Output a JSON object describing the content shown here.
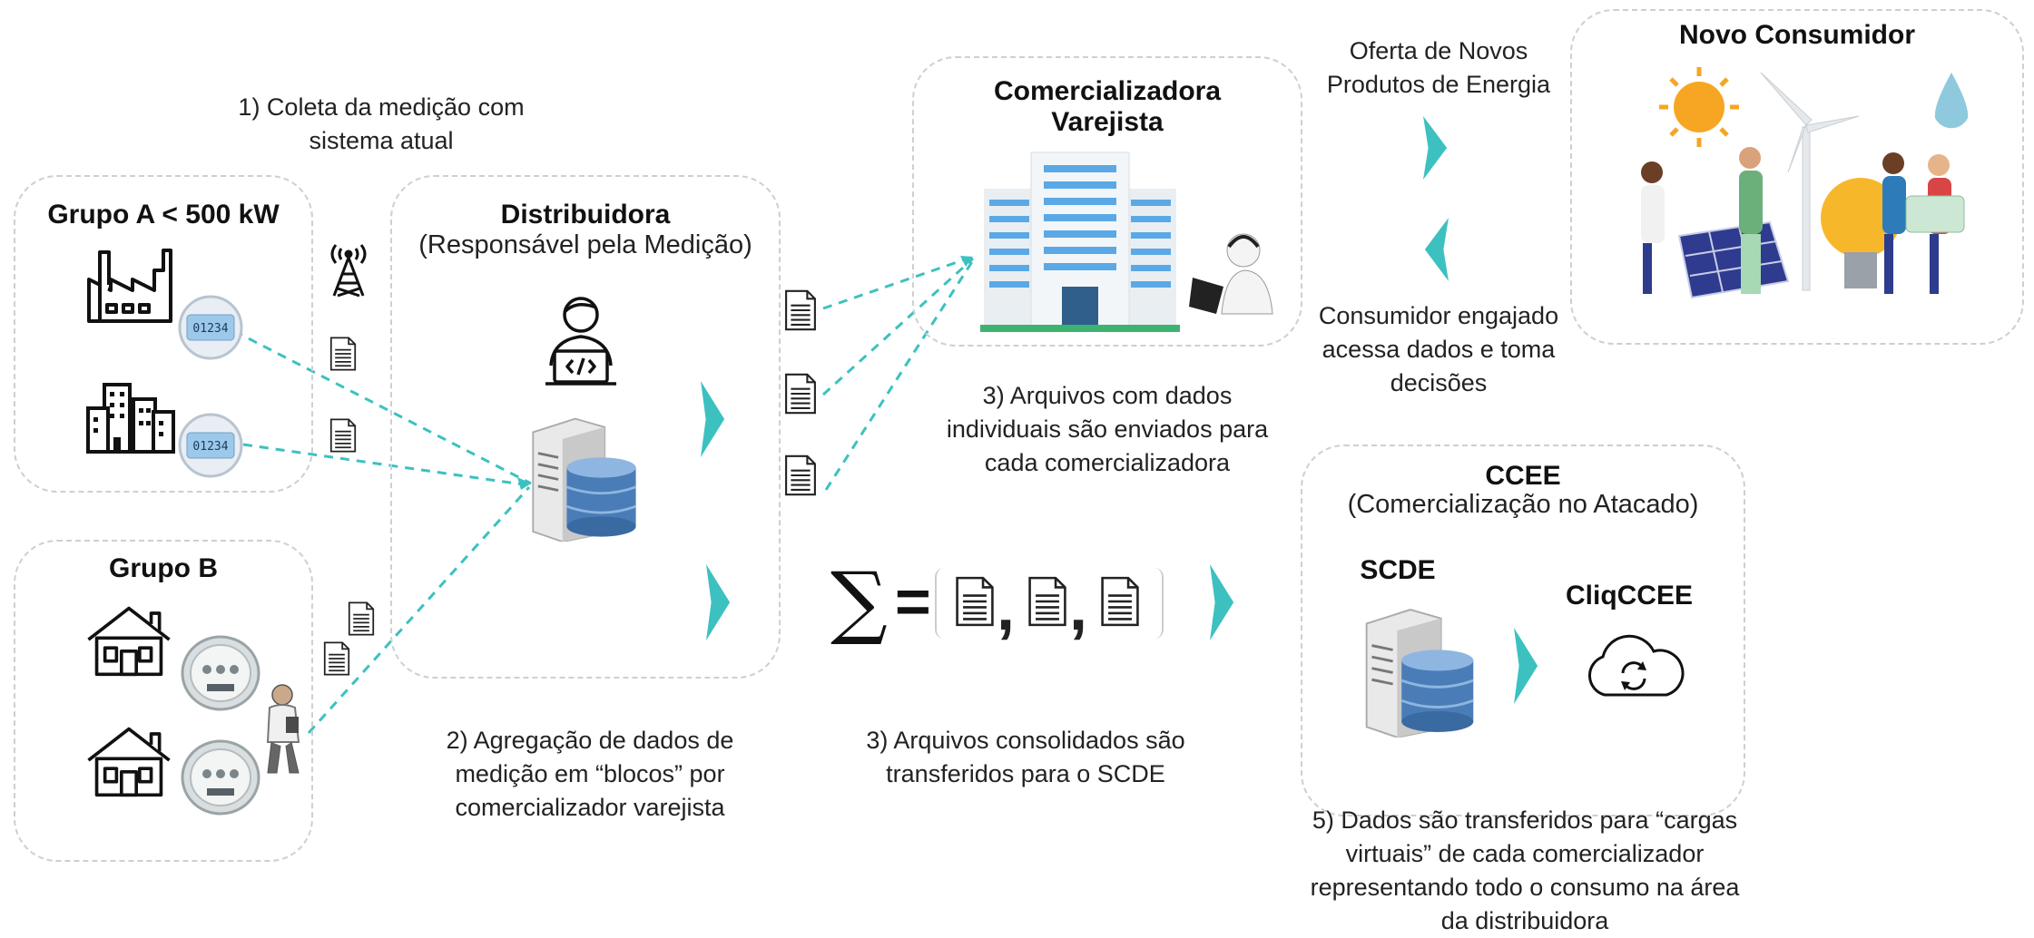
{
  "caption_coleta": {
    "line1": "1) Coleta da medição com",
    "line2": "sistema atual"
  },
  "grupo_a": {
    "title": "Grupo A < 500 kW",
    "meter_reading": "01234"
  },
  "grupo_b": {
    "title": "Grupo B"
  },
  "distribuidora": {
    "title": "Distribuidora",
    "subtitle": "(Responsável pela Medição)"
  },
  "caption_agregacao": {
    "line1": "2) Agregação de dados de",
    "line2": "medição em “blocos” por",
    "line3": "comercializador varejista"
  },
  "comercializadora": {
    "title_line1": "Comercializadora",
    "title_line2": "Varejista"
  },
  "caption_arquivos_individuais": {
    "line1": "3) Arquivos com dados",
    "line2": "individuais são enviados para",
    "line3": "cada comercializadora"
  },
  "caption_oferta": {
    "line1": "Oferta de Novos",
    "line2": "Produtos de Energia"
  },
  "caption_engajado": {
    "line1": "Consumidor engajado",
    "line2": "acessa dados e toma",
    "line3": "decisões"
  },
  "novo_consumidor": {
    "title": "Novo Consumidor"
  },
  "ccee": {
    "title": "CCEE",
    "subtitle": "(Comercialização no Atacado)",
    "scde_label": "SCDE",
    "cliq_label": "CliqCCEE"
  },
  "caption_consolidados": {
    "line1": "3) Arquivos consolidados são",
    "line2": "transferidos para o SCDE"
  },
  "caption_dados_transferidos": {
    "line1": "5) Dados são transferidos para “cargas",
    "line2": "virtuais” de cada comercializador",
    "line3": "representando todo o consumo na área",
    "line4": "da distribuidora"
  },
  "formula": {
    "sigma": "∑",
    "equals": "=",
    "comma": ","
  },
  "colors": {
    "accent": "#3cc1c0",
    "box_border": "#cfcfcf",
    "server_db": "#4a7db8"
  }
}
